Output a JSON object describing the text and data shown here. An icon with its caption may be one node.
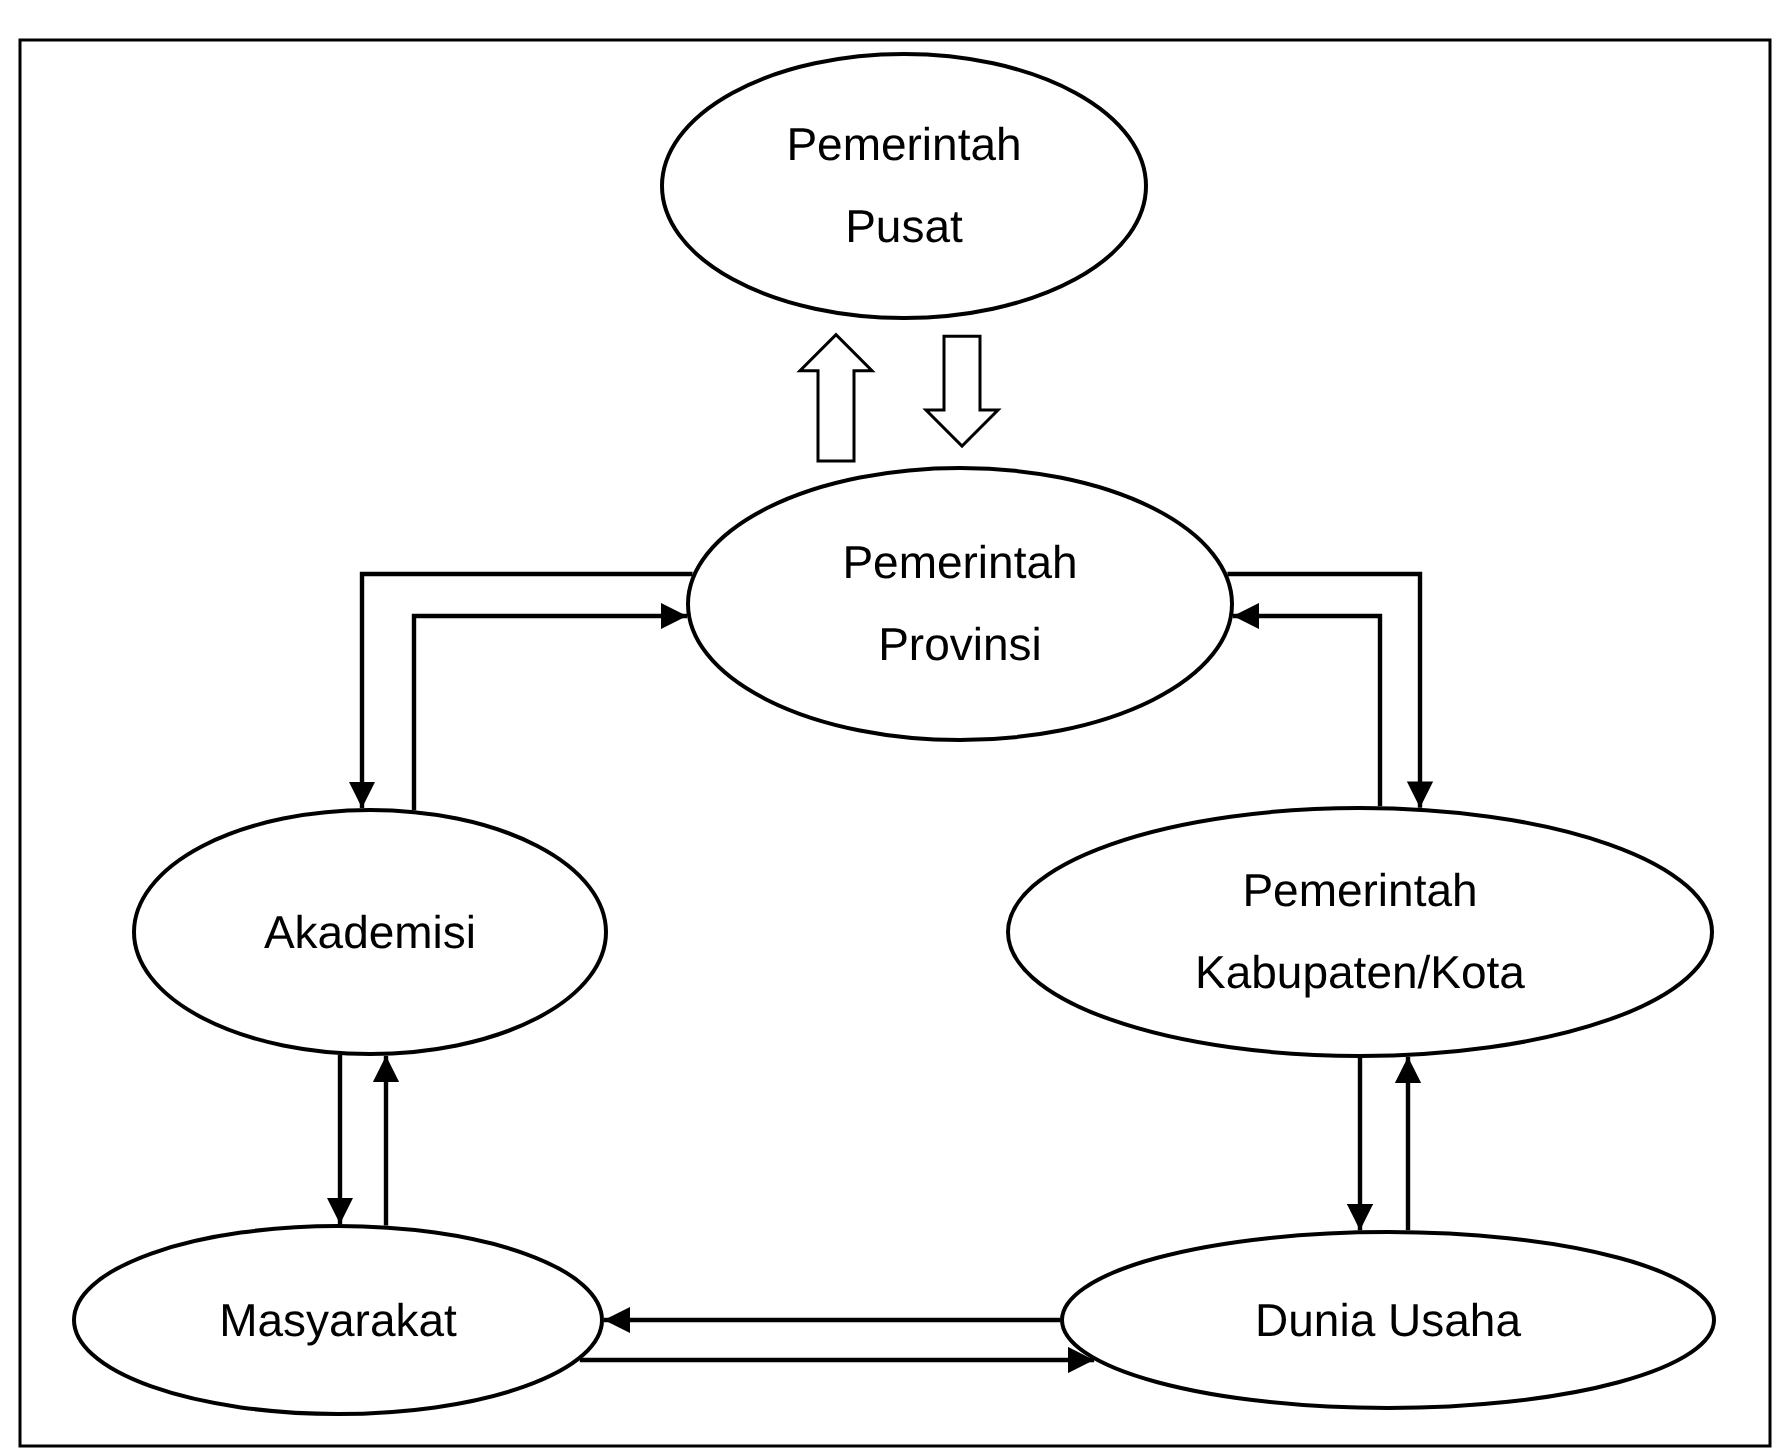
{
  "diagram": {
    "nodes": [
      {
        "text": [
          "Pemerintah Pusat"
        ]
      },
      {
        "text": [
          "Pemerintah Provinsi"
        ]
      },
      {
        "text": [
          "Akademisi"
        ]
      },
      {
        "text": [
          "Pemerintah Kabupaten/Kota"
        ]
      },
      {
        "text": [
          "Masyarakat"
        ]
      },
      {
        "text": [
          "Dunia Usaha"
        ]
      }
    ],
    "edges": [
      {
        "from": 1,
        "to": 0,
        "arrow": "to",
        "style": "thick"
      },
      {
        "from": 0,
        "to": 1,
        "arrow": "to",
        "style": "thick"
      },
      {
        "from": 1,
        "to": 2,
        "arrow": "to"
      },
      {
        "from": 2,
        "to": 1,
        "arrow": "to"
      },
      {
        "from": 3,
        "to": 1,
        "arrow": "to"
      },
      {
        "from": 1,
        "to": 3,
        "arrow": "to"
      },
      {
        "from": 2,
        "to": 4,
        "arrow": "to"
      },
      {
        "from": 4,
        "to": 2,
        "arrow": "to"
      },
      {
        "from": 3,
        "to": 5,
        "arrow": "to"
      },
      {
        "from": 5,
        "to": 3,
        "arrow": "to"
      },
      {
        "from": 5,
        "to": 4,
        "arrow": "to"
      },
      {
        "from": 4,
        "to": 5,
        "arrow": "to"
      }
    ]
  }
}
